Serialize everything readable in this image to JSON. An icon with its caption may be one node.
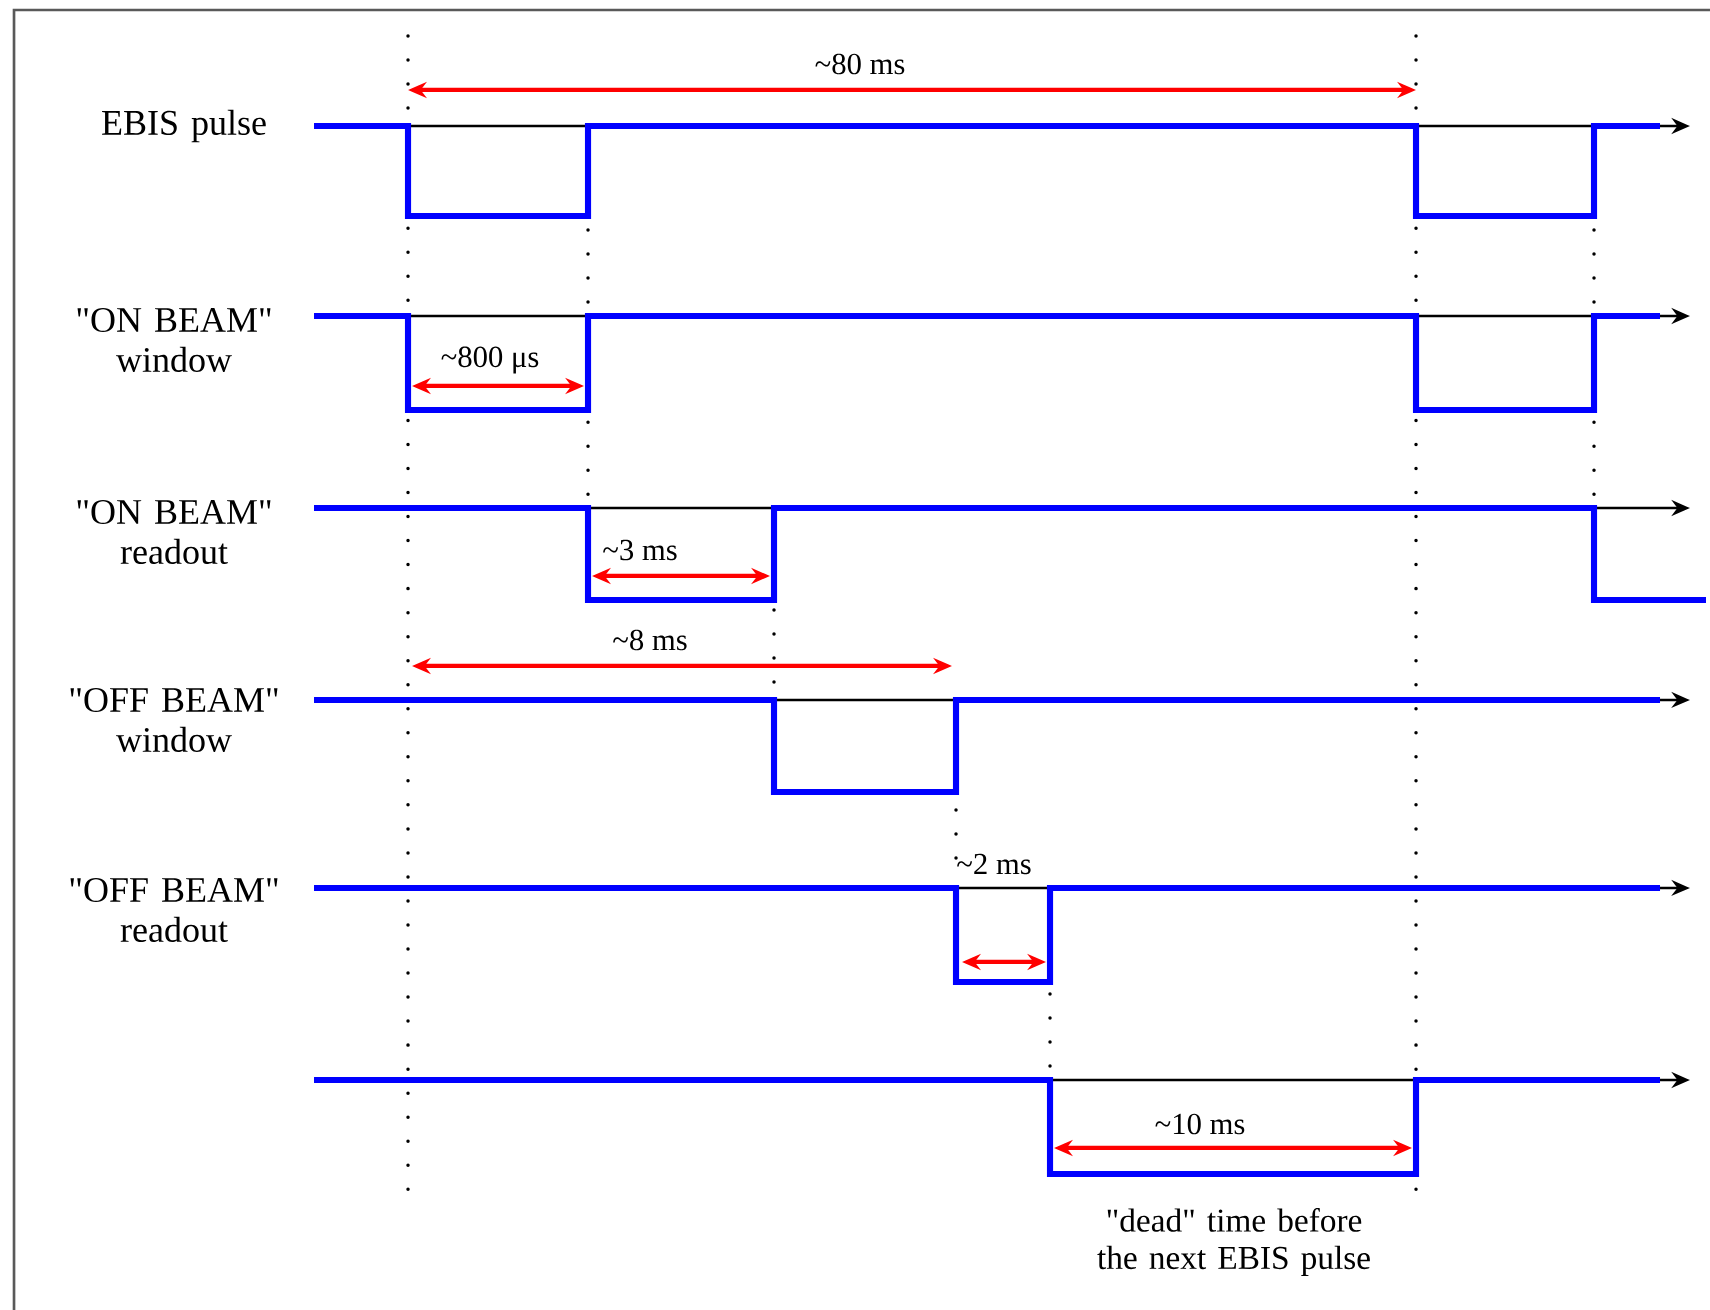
{
  "diagram": {
    "labels": [
      "~80 ms",
      "EBIS pulse",
      "\"ON BEAM\" window",
      "~800 μs",
      "\"ON BEAM\" readout",
      "~3 ms",
      "~8 ms",
      "\"OFF BEAM\" window",
      "\"OFF BEAM\" readout",
      "~2 ms",
      "~10 ms",
      "\"dead\" time before the next EBIS pulse"
    ]
  }
}
